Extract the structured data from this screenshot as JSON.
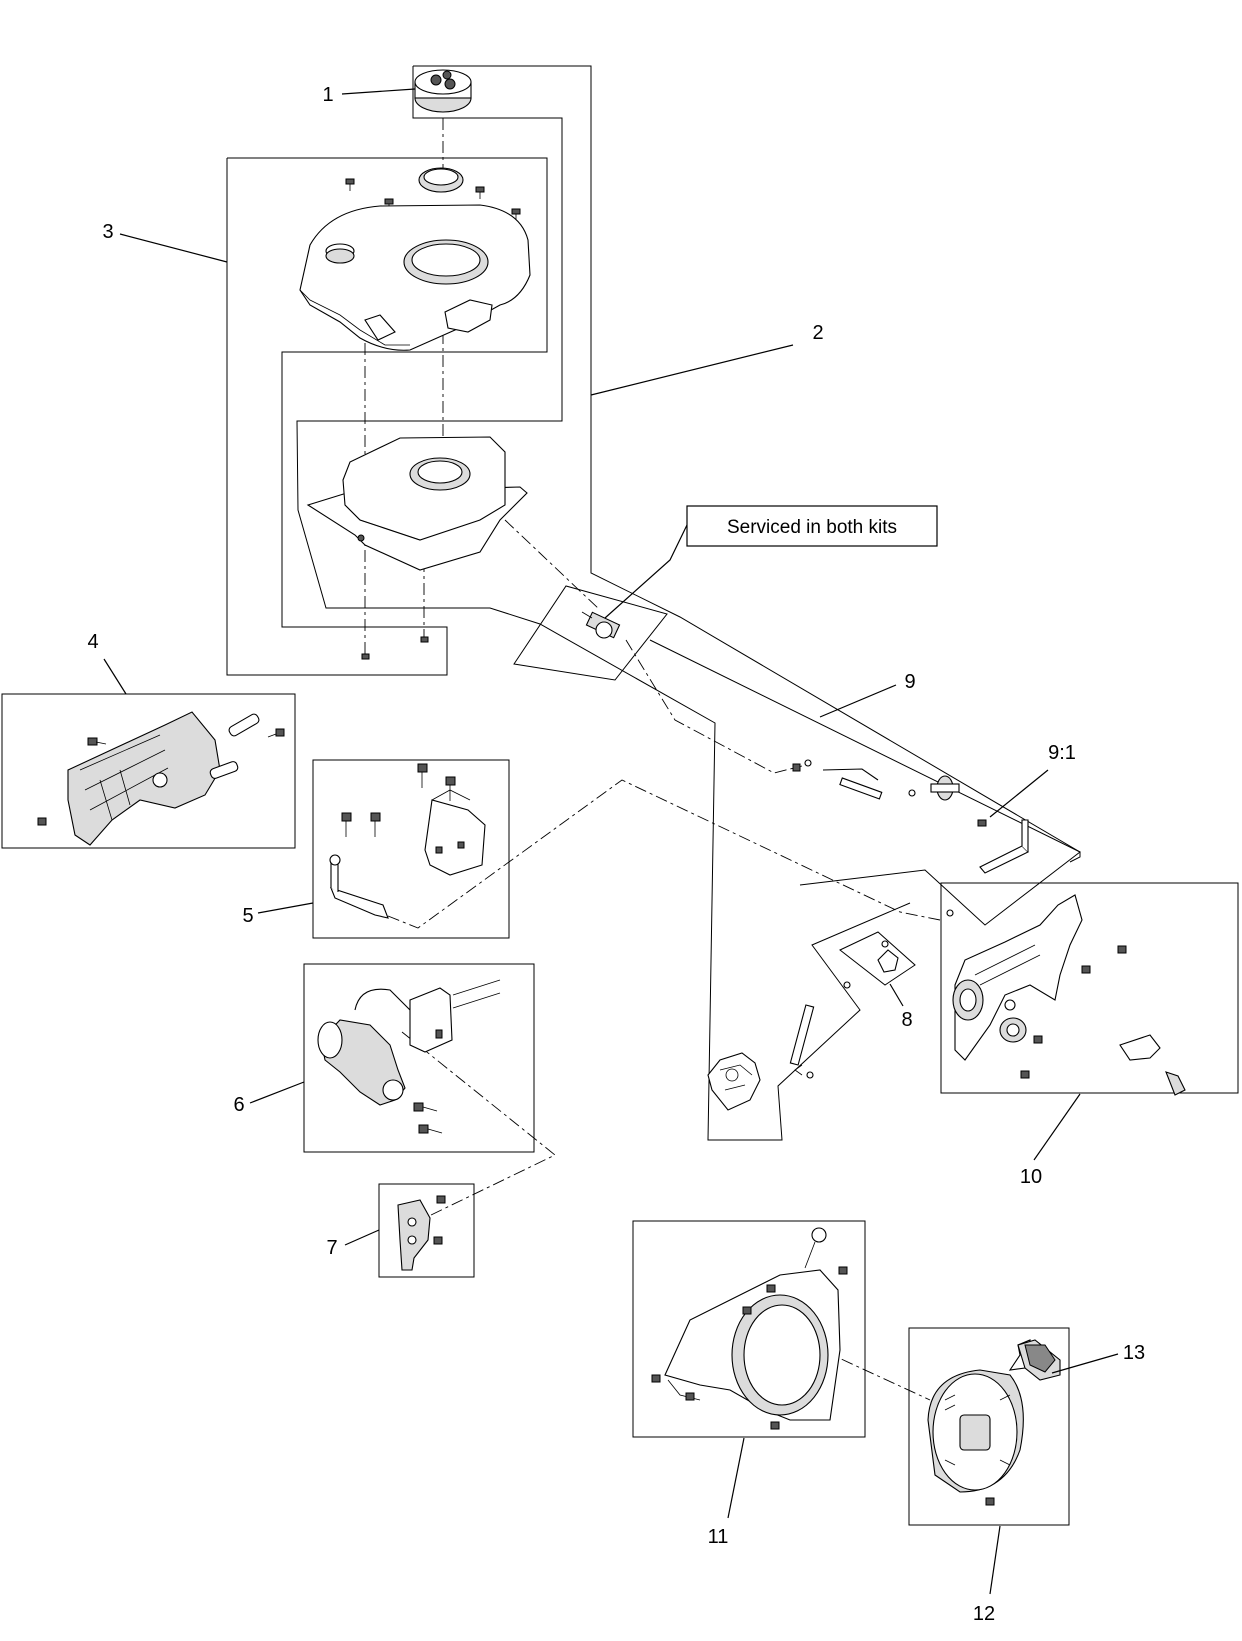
{
  "callouts": {
    "c1": "1",
    "c2": "2",
    "c3": "3",
    "c4": "4",
    "c5": "5",
    "c6": "6",
    "c7": "7",
    "c8": "8",
    "c9": "9",
    "c9_1": "9:1",
    "c10": "10",
    "c11": "11",
    "c12": "12",
    "c13": "13"
  },
  "note_box": {
    "text": "Serviced in both kits"
  }
}
